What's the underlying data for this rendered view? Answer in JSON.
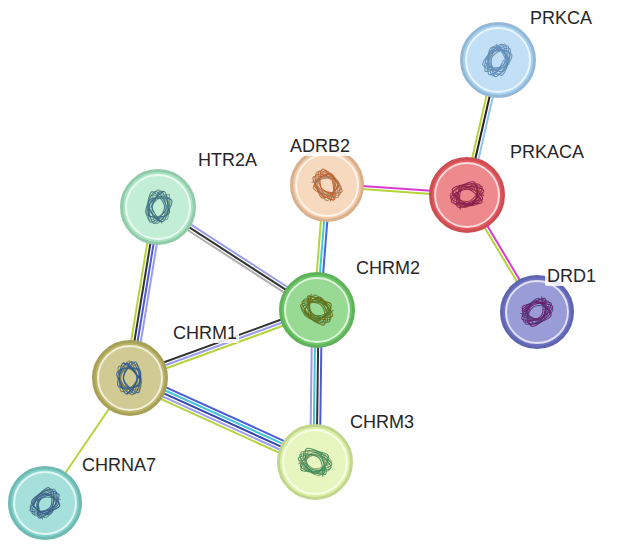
{
  "diagram": {
    "nodes": [
      {
        "text": [
          "PRKCA"
        ]
      },
      {
        "text": [
          "ADRB2"
        ]
      },
      {
        "text": [
          "PRKACA"
        ]
      },
      {
        "text": [
          "HTR2A"
        ]
      },
      {
        "text": [
          "CHRM2"
        ]
      },
      {
        "text": [
          "DRD1"
        ]
      },
      {
        "text": [
          "CHRM1"
        ]
      },
      {
        "text": [
          "CHRM3"
        ]
      },
      {
        "text": [
          "CHRNA7"
        ]
      }
    ],
    "edges": [
      {
        "from": 0,
        "to": 2,
        "arrow": "none"
      },
      {
        "from": 1,
        "to": 2,
        "arrow": "none"
      },
      {
        "from": 2,
        "to": 5,
        "arrow": "none"
      },
      {
        "from": 1,
        "to": 4,
        "arrow": "none"
      },
      {
        "from": 3,
        "to": 4,
        "arrow": "none"
      },
      {
        "from": 3,
        "to": 6,
        "arrow": "none"
      },
      {
        "from": 6,
        "to": 4,
        "arrow": "none"
      },
      {
        "from": 4,
        "to": 7,
        "arrow": "none"
      },
      {
        "from": 6,
        "to": 7,
        "arrow": "none"
      },
      {
        "from": 6,
        "to": 8,
        "arrow": "none"
      }
    ]
  }
}
